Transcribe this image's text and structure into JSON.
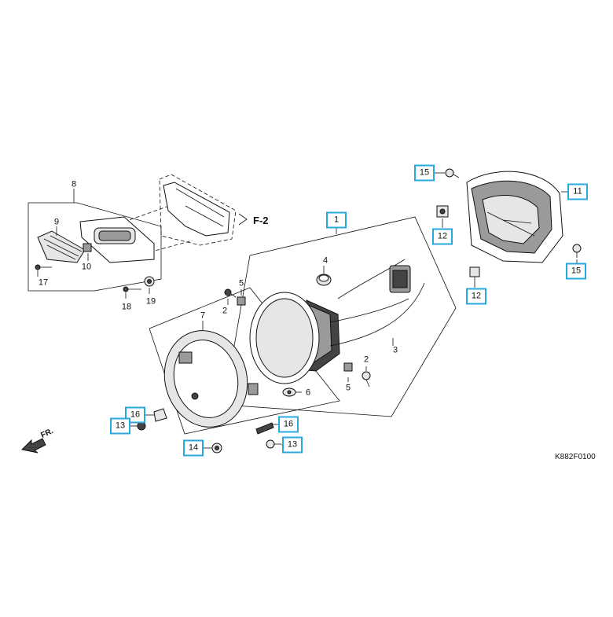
{
  "diagram": {
    "drawing_code": "K882F0100",
    "front_arrow_label": "FR.",
    "reference_label": "F-2",
    "labels": {
      "l1": "1",
      "l2a": "2",
      "l2b": "2",
      "l3": "3",
      "l4": "4",
      "l5a": "5",
      "l5b": "5",
      "l6": "6",
      "l7": "7",
      "l8": "8",
      "l9": "9",
      "l10": "10",
      "l11": "11",
      "l12a": "12",
      "l12b": "12",
      "l13a": "13",
      "l13b": "13",
      "l14": "14",
      "l15a": "15",
      "l15b": "15",
      "l16a": "16",
      "l16b": "16",
      "l17": "17",
      "l18": "18",
      "l19": "19"
    },
    "highlight_color": "#29a8e0"
  }
}
